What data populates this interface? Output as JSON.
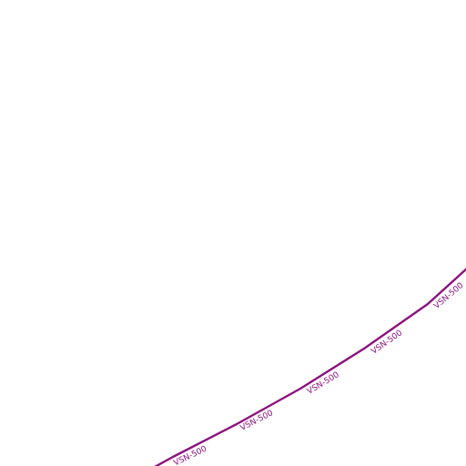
{
  "map": {
    "background_color": "#ffffff",
    "route": {
      "color": "#8b127e",
      "labels": [
        {
          "text": "VSN-500"
        },
        {
          "text": "VSN-500"
        },
        {
          "text": "VSN-500"
        },
        {
          "text": "VSN-500"
        },
        {
          "text": "VSN-500"
        }
      ]
    }
  }
}
